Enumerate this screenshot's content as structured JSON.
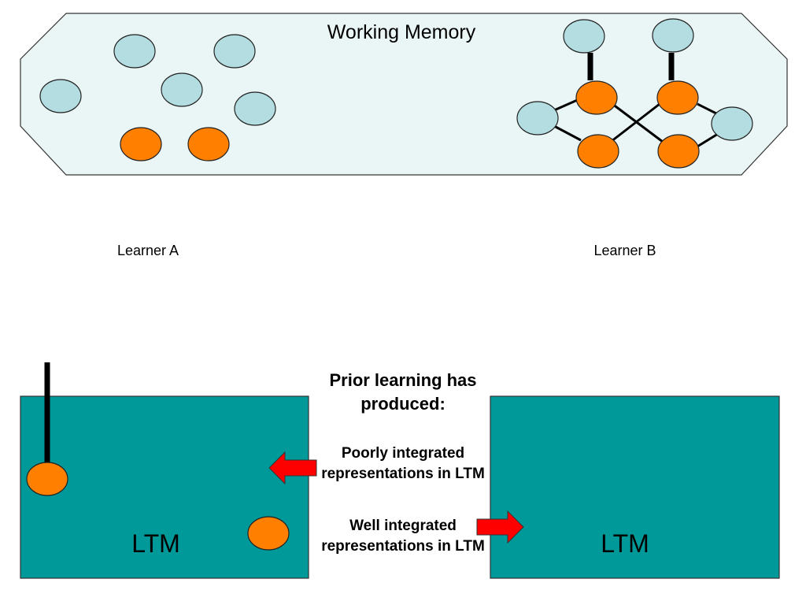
{
  "working_memory": {
    "title": "Working Memory"
  },
  "learners": {
    "a": "Learner A",
    "b": "Learner B"
  },
  "ltm": {
    "left_label": "LTM",
    "right_label": "LTM"
  },
  "middle": {
    "heading": "Prior learning has produced:",
    "poor": "Poorly integrated representations in LTM",
    "well": "Well integrated representations in LTM"
  },
  "colors": {
    "wm_fill": "#eaf6f6",
    "light_node": "#b3dde0",
    "orange_node": "#ff8000",
    "ltm_fill": "#009999",
    "arrow": "#ff0000"
  }
}
